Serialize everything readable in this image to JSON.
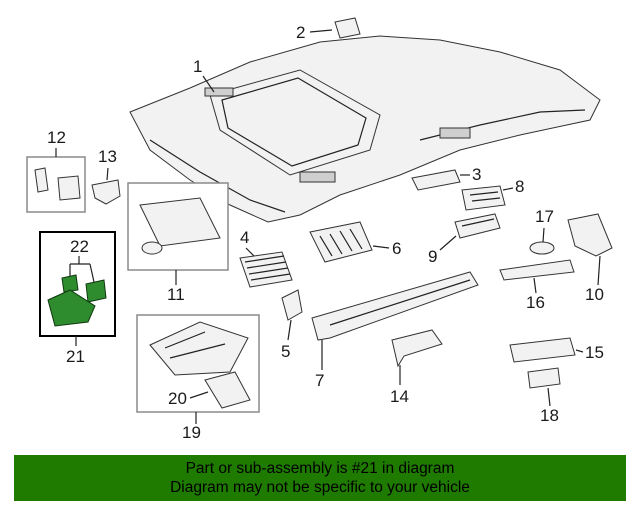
{
  "callouts": {
    "c1": "1",
    "c2": "2",
    "c3": "3",
    "c4": "4",
    "c5": "5",
    "c6": "6",
    "c7": "7",
    "c8": "8",
    "c9": "9",
    "c10": "10",
    "c11": "11",
    "c12": "12",
    "c13": "13",
    "c14": "14",
    "c15": "15",
    "c16": "16",
    "c17": "17",
    "c18": "18",
    "c19": "19",
    "c20": "20",
    "c21": "21",
    "c22": "22"
  },
  "banner": {
    "line1": "Part or sub-assembly is #21 in diagram",
    "line2": "Diagram may not be specific to your vehicle"
  },
  "colors": {
    "highlight": "#2e8b2e",
    "banner_bg": "#1f7a00"
  }
}
